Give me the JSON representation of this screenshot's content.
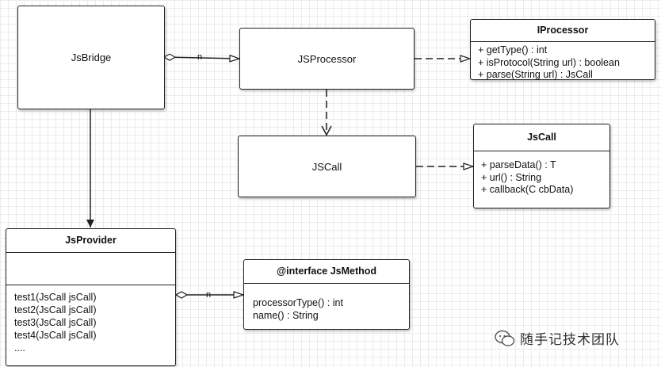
{
  "nodes": {
    "jsbridge": "JsBridge",
    "jsprocessor": "JSProcessor",
    "jscall_box": "JSCall"
  },
  "iprocessor": {
    "title": "IProcessor",
    "members": [
      "+ getType() : int",
      "+ isProtocol(String url) : boolean",
      "+ parse(String url) : JsCall"
    ]
  },
  "jscall_class": {
    "title": "JsCall",
    "members": [
      "+ parseData() : T",
      "+ url() : String",
      "+ callback(C cbData)"
    ]
  },
  "jsprovider": {
    "title": "JsProvider",
    "methods": [
      "test1(JsCall jsCall)",
      "test2(JsCall jsCall)",
      "test3(JsCall jsCall)",
      "test4(JsCall jsCall)",
      "...."
    ]
  },
  "jsmethod": {
    "title": "@interface JsMethod",
    "members": [
      "processorType() : int",
      "name() : String"
    ]
  },
  "edge_labels": {
    "bridge_processor": "n",
    "provider_method": "n"
  },
  "watermark": "随手记技术团队"
}
